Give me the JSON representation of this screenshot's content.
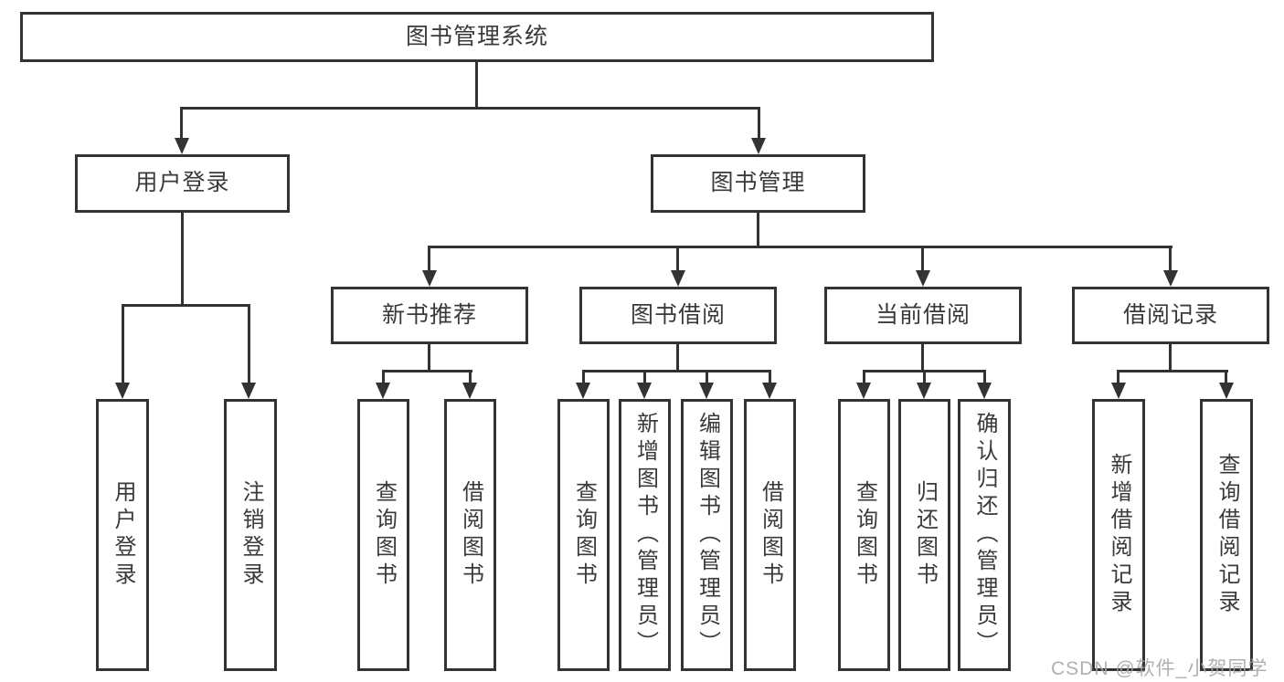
{
  "diagram": {
    "title_node": "图书管理系统",
    "level2": {
      "user_login": "用户登录",
      "book_management": "图书管理"
    },
    "level3": {
      "new_book_recommend": "新书推荐",
      "book_borrow": "图书借阅",
      "current_borrow": "当前借阅",
      "borrow_record": "借阅记录"
    },
    "leaves": {
      "user_login_login": "用户登录",
      "user_login_logout": "注销登录",
      "newbook_query": "查询图书",
      "newbook_borrow": "借阅图书",
      "bookborrow_query": "查询图书",
      "bookborrow_add": "新增图书（管理员）",
      "bookborrow_edit": "编辑图书（管理员）",
      "bookborrow_borrow": "借阅图书",
      "current_query": "查询图书",
      "current_return": "归还图书",
      "current_confirm_return": "确认归还（管理员）",
      "record_add": "新增借阅记录",
      "record_query": "查询借阅记录"
    },
    "watermark": "CSDN @软件_小贺同学",
    "colors": {
      "line": "#333333",
      "text": "#3a3a3a",
      "watermark": "#a5a5a5",
      "background": "#ffffff"
    }
  }
}
